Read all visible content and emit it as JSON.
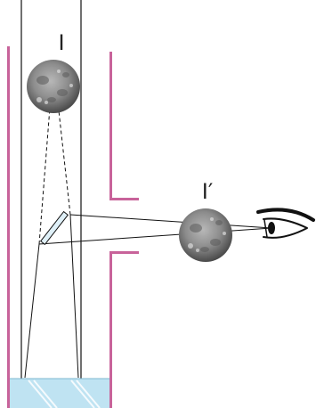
{
  "labels": {
    "image_top": "I",
    "image_virtual": "I′"
  },
  "colors": {
    "tube_wall": "#c8639a",
    "line": "#111111",
    "liquid": "#bfe3f2",
    "liquid_shine": "#ffffff",
    "mirror": "#dff0f8",
    "moon_base": "#8a8a8a"
  },
  "icons": {
    "moon": "moon-sphere",
    "eye": "eye-icon"
  }
}
